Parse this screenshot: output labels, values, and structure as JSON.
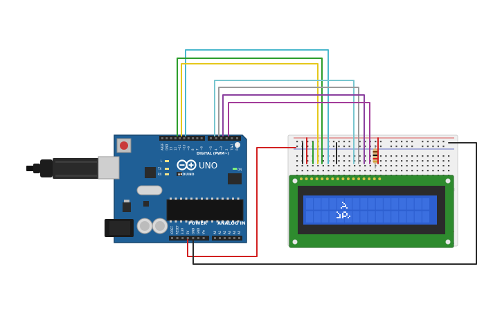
{
  "arduino": {
    "brand": "ARDUINO",
    "model": "UNO",
    "digital_label": "DIGITAL (PWM~)",
    "power_label": "POWER",
    "analog_label": "ANALOG IN",
    "on_label": "ON",
    "led_labels": [
      "L",
      "TX",
      "RX"
    ],
    "header_pins_top": [
      "AREF",
      "GND",
      "13",
      "12",
      "~11",
      "~10",
      "~9",
      "8",
      "7",
      "~6",
      "~5",
      "4",
      "~3",
      "2",
      "TX▸1",
      "RX◂0"
    ],
    "header_pins_power": [
      "IOREF",
      "RESET",
      "3.3V",
      "5V",
      "GND",
      "GND",
      "Vin"
    ],
    "header_pins_analog": [
      "A0",
      "A1",
      "A2",
      "A3",
      "A4",
      "A5"
    ]
  },
  "colors": {
    "board": "#1f5f96",
    "board_dark": "#17466f",
    "header": "#232323",
    "breadboard": "#efefef",
    "lcd_pcb": "#2e8b2e",
    "lcd_screen": "#2d5fd0",
    "wire_red": "#d22020",
    "wire_black": "#2a2a2a",
    "wire_green": "#2a9d2a",
    "wire_yellow": "#e5c81a",
    "wire_cyan": "#4ab7cc",
    "wire_lightcyan": "#78c6cf",
    "wire_gray": "#9a9a9a",
    "wire_purple": "#8a3f9e",
    "wire_magenta": "#a33c9a"
  },
  "icons": [
    "arduino-infinity-logo-icon",
    "lcd-character-glyph-icon"
  ]
}
